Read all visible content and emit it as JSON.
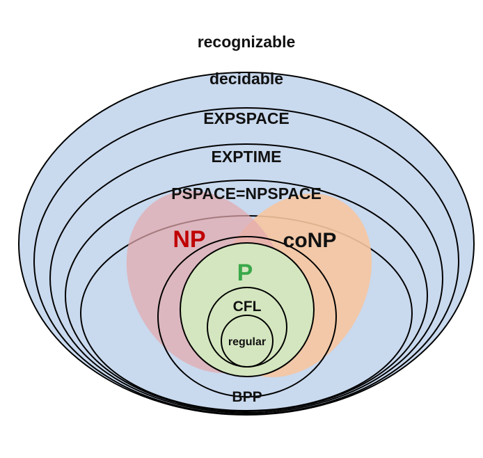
{
  "diagram": {
    "labels": {
      "recognizable": "recognizable",
      "decidable": "decidable",
      "expspace": "EXPSPACE",
      "exptime": "EXPTIME",
      "pspace": "PSPACE=NPSPACE",
      "np": "NP",
      "conp": "coNP",
      "p": "P",
      "cfl": "CFL",
      "regular": "regular",
      "bpp": "BPP"
    },
    "colors": {
      "outer_fill": "#c9d9ee",
      "np_fill": "#e3a9ad",
      "conp_fill": "#f6c5a0",
      "p_fill": "#d4e6bf",
      "np_text": "#c00000",
      "p_text": "#3aa84a",
      "stroke": "#000000"
    }
  }
}
